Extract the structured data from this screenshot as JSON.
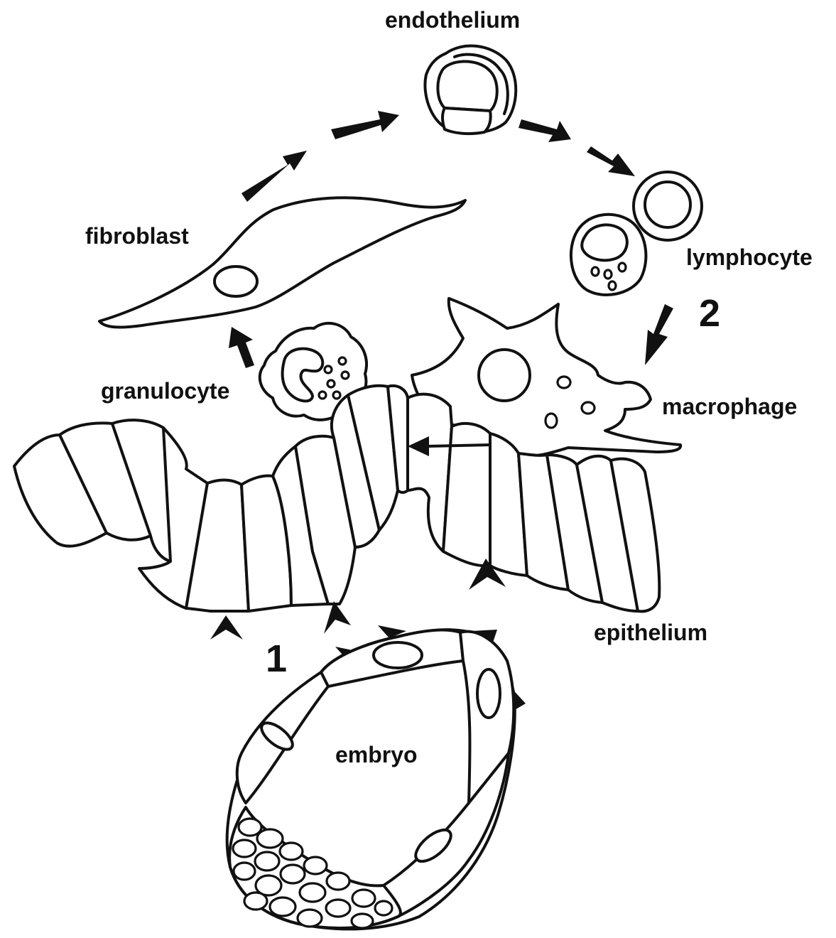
{
  "labels": {
    "endothelium": "endothelium",
    "fibroblast": "fibroblast",
    "lymphocyte": "lymphocyte",
    "granulocyte": "granulocyte",
    "macrophage": "macrophage",
    "epithelium": "epithelium",
    "embryo": "embryo"
  },
  "markers": {
    "one": "1",
    "two": "2"
  },
  "colors": {
    "ink": "#111111",
    "background": "#ffffff"
  }
}
